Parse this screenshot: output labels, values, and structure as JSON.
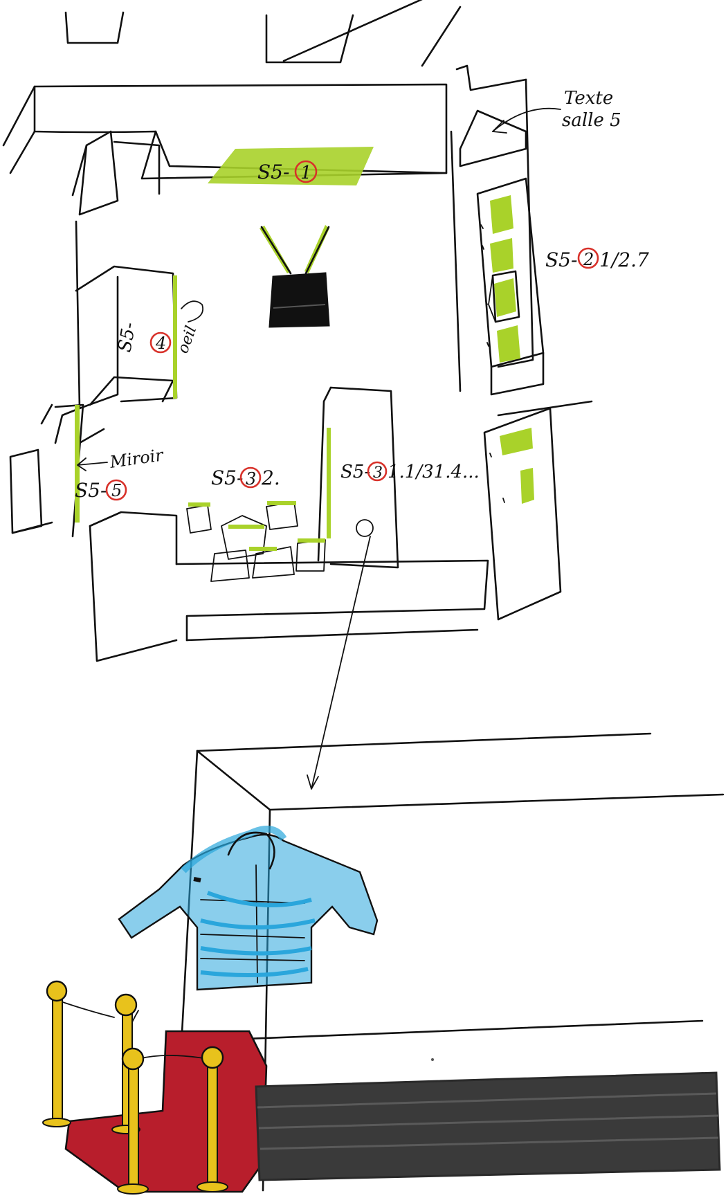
{
  "labels": {
    "texte_salle": {
      "line1": "Texte",
      "line2": "salle 5"
    },
    "s5_1": {
      "prefix": "S5-",
      "circled": "1"
    },
    "s5_2": {
      "prefix": "S5-",
      "circled": "2",
      "suffix": "1/2.7"
    },
    "s5_4": {
      "prefix": "S5-",
      "circled": "4"
    },
    "oeil": "oeil",
    "miroir": "Miroir",
    "s5_5": {
      "prefix": "S5-",
      "circled": "5"
    },
    "s5_32": {
      "prefix": "S5-",
      "circled": "3",
      "suffix": "2."
    },
    "s5_31": {
      "prefix": "S5-",
      "circled": "3",
      "suffix": "1.1/31.4..."
    }
  },
  "colors": {
    "ink": "#111111",
    "highlight_green": "#a9d22a",
    "circle_red": "#d8312a",
    "jacket_blue": "#2aa6dc",
    "carpet_red": "#b81e2c",
    "stanchion_yellow": "#e8c21c",
    "base_dark": "#3a3a3a",
    "screen_black": "#111111"
  },
  "icons": {
    "tv": "tv-monitor-icon",
    "jacket": "jacket-icon",
    "stanchion": "rope-stanchion-icon",
    "arrow": "arrow-icon"
  }
}
